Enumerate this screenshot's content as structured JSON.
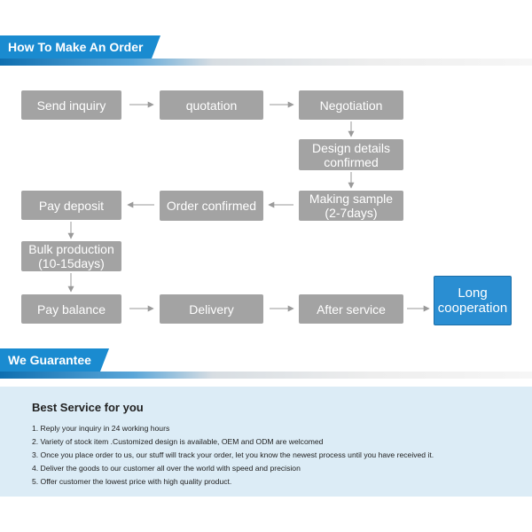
{
  "order_section": {
    "title": "How To Make An Order"
  },
  "flow": {
    "send_inquiry": "Send inquiry",
    "quotation": "quotation",
    "negotiation": "Negotiation",
    "design_details": "Design details\nconfirmed",
    "making_sample": "Making sample\n(2-7days)",
    "order_confirmed": "Order confirmed",
    "pay_deposit": "Pay deposit",
    "bulk_production": "Bulk production\n(10-15days)",
    "pay_balance": "Pay balance",
    "delivery": "Delivery",
    "after_service": "After service",
    "long_cooperation": "Long\ncooperation"
  },
  "colors": {
    "step_box": "#a3a3a3",
    "final_box": "#2a8ed2",
    "header_blue": "#1a8bd0",
    "panel_bg": "#dcecf6"
  },
  "guarantee_section": {
    "title": "We Guarantee",
    "panel_title": "Best Service for you",
    "items": [
      "1. Reply your inquiry in 24 working hours",
      "2. Variety of stock item .Customized design is available, OEM and ODM are welcomed",
      "3. Once you place order to us, our stuff will track your order, let you know the newest process until you have received it.",
      "4. Deliver the goods to our customer all over the world with speed and precision",
      "5. Offer customer the lowest price with high quality product."
    ]
  }
}
